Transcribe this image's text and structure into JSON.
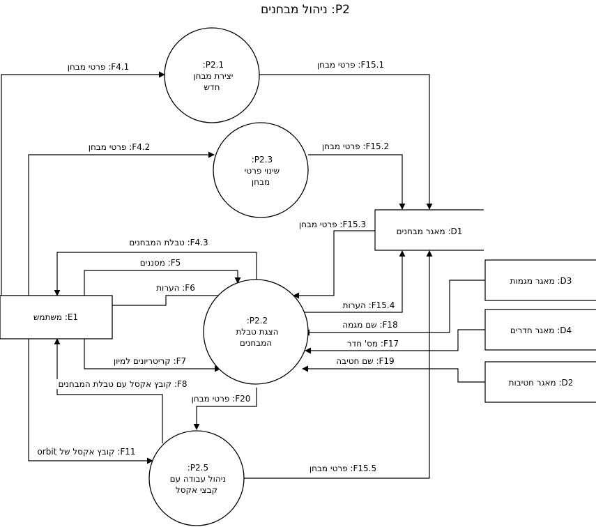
{
  "title": "P2: ניהול מבחנים",
  "processes": {
    "p21": [
      "P2.1:",
      "יצירת מבחן",
      "חדש"
    ],
    "p22": [
      "P2.2:",
      "הצגת טבלת",
      "המבחנים"
    ],
    "p23": [
      "P2.3:",
      "שינוי פרטי",
      "מבחן"
    ],
    "p25": [
      "P2.5:",
      "ניהול עבודה עם",
      "קבצי אקסל"
    ]
  },
  "entities": {
    "e1": "E1: משתמש"
  },
  "stores": {
    "d1": "D1: מאגר מבחנים",
    "d3": "D3: מאגר מגמות",
    "d4": "D4: מאגר חדרים",
    "d2": "D2: מאגר חטיבות"
  },
  "flows": {
    "f41": "F4.1: פרטי מבחן",
    "f42": "F4.2: פרטי מבחן",
    "f43": "F4.3: טבלת המבחנים",
    "f5": "F5: מסננים",
    "f6": "F6: הערות",
    "f7": "F7: קריטריונים למיון",
    "f8": "F8: קובץ אקסל עם טבלת המבחנים",
    "f11": "F11: קובץ אקסל של orbit",
    "f151": "F15.1: פרטי מבחן",
    "f152": "F15.2: פרטי מבחן",
    "f153": "F15.3: פרטי מבחן",
    "f154": "F15.4: הערות",
    "f155": "F15.5: פרטי מבחן",
    "f17": "F17: מס' חדר",
    "f18": "F18: שם מגמה",
    "f19": "F19: שם חטיבה",
    "f20": "F20: פרטי מבחן"
  }
}
